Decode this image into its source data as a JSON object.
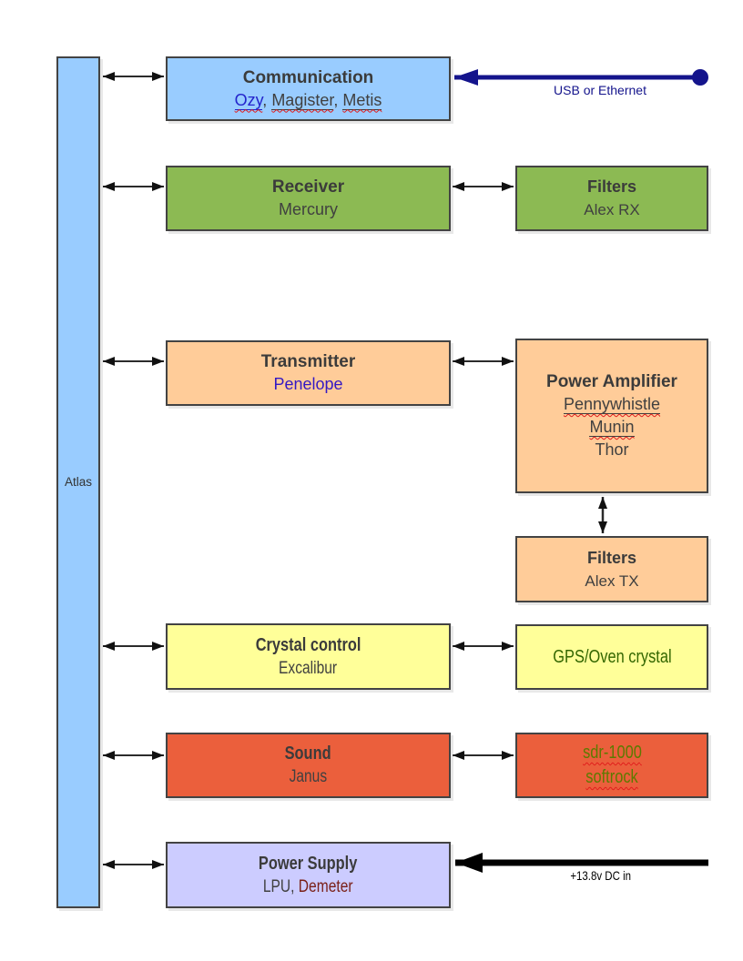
{
  "colors": {
    "atlas_blue": "#99ccff",
    "green": "#8cba53",
    "peach": "#ffcc99",
    "yellow": "#ffff99",
    "tomato": "#eb5f3c",
    "lavender": "#ccccff",
    "navy": "#14148c",
    "box_border": "#434343",
    "title_text": "#3b3b3b",
    "body_text": "#404040",
    "link_blue": "#2424cc",
    "penelope_blue": "#3318c4",
    "dark_green": "#336600",
    "olive": "#5d7a00",
    "maroon": "#7a2018",
    "squiggle_red": "#e01b1b"
  },
  "bus": {
    "label": "Atlas"
  },
  "boxes": {
    "communication": {
      "title": "Communication",
      "boards": [
        "Ozy",
        "Magister",
        "Metis"
      ],
      "separator": ", "
    },
    "receiver": {
      "title": "Receiver",
      "board": "Mercury"
    },
    "filters_rx": {
      "title": "Filters",
      "board": "Alex RX"
    },
    "transmitter": {
      "title": "Transmitter",
      "board": "Penelope"
    },
    "power_amplifier": {
      "title": "Power Amplifier",
      "boards": [
        "Pennywhistle",
        "Munin",
        "Thor"
      ]
    },
    "filters_tx": {
      "title": "Filters",
      "board": "Alex TX"
    },
    "crystal_control": {
      "title": "Crystal control",
      "board": "Excalibur"
    },
    "gps_oven_crystal": {
      "label": "GPS/Oven crystal"
    },
    "sound": {
      "title": "Sound",
      "board": "Janus"
    },
    "sdr_alternatives": {
      "lines": [
        "sdr-1000",
        "softrock"
      ]
    },
    "power_supply": {
      "title": "Power Supply",
      "board_plain": "LPU, ",
      "board_accent": "Demeter"
    }
  },
  "external_links": {
    "usb": {
      "label": "USB or Ethernet"
    },
    "dc": {
      "label": "+13.8v DC in"
    }
  }
}
